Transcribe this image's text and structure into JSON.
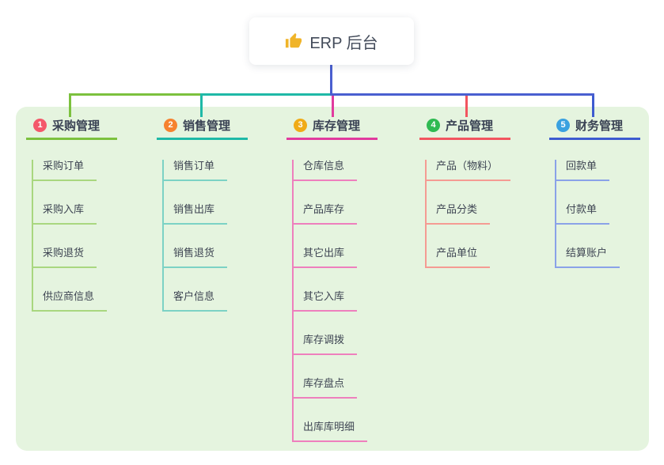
{
  "page": {
    "background": "#ffffff",
    "panel_background": "#e5f4df"
  },
  "root_node": {
    "label": "ERP 后台",
    "icon": "thumbs-up-icon",
    "icon_color": "#f0b429",
    "trunk_color": "#4a5fd0",
    "text_color": "#434b5a"
  },
  "branches": [
    {
      "number": "1",
      "label": "采购管理",
      "badge_color": "#f4586a",
      "line_color": "#7cc13e",
      "child_line_color": "#a9d77f",
      "children": [
        "采购订单",
        "采购入库",
        "采购退货",
        "供应商信息"
      ]
    },
    {
      "number": "2",
      "label": "销售管理",
      "badge_color": "#f6822f",
      "line_color": "#1fb9a7",
      "child_line_color": "#7cd2c5",
      "children": [
        "销售订单",
        "销售出库",
        "销售退货",
        "客户信息"
      ]
    },
    {
      "number": "3",
      "label": "库存管理",
      "badge_color": "#f0ab17",
      "line_color": "#e13b9e",
      "child_line_color": "#ee7fbd",
      "children": [
        "仓库信息",
        "产品库存",
        "其它出库",
        "其它入库",
        "库存调拨",
        "库存盘点",
        "出库库明细"
      ]
    },
    {
      "number": "4",
      "label": "产品管理",
      "badge_color": "#2fba52",
      "line_color": "#f2555f",
      "child_line_color": "#f59b93",
      "children": [
        "产品（物料）",
        "产品分类",
        "产品单位"
      ]
    },
    {
      "number": "5",
      "label": "财务管理",
      "badge_color": "#3aa1e0",
      "line_color": "#3d5bd0",
      "child_line_color": "#8aa2e8",
      "children": [
        "回款单",
        "付款单",
        "结算账户"
      ]
    }
  ]
}
